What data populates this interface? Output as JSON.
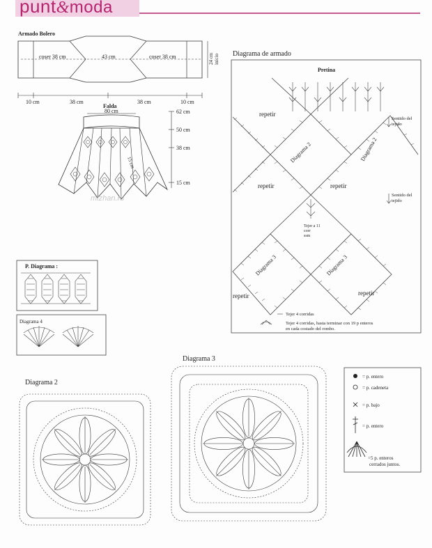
{
  "brand": {
    "part1": "punt",
    "amp": "&",
    "part2": "moda"
  },
  "bolero": {
    "title": "Armado Bolero",
    "sew_left": "coser 38 cm",
    "center": "43 cm",
    "sew_right": "coser 38 cm",
    "height": "24 cm",
    "height_sub": "inicio",
    "widths": [
      "10 cm",
      "38 cm",
      "38 cm",
      "10 cm"
    ]
  },
  "falda": {
    "title": "Falda",
    "waist": "80 cm",
    "diag": "15 cm",
    "levels": [
      "62 cm",
      "50 cm",
      "38 cm",
      "15 cm"
    ],
    "watermark": "mizhan.ru"
  },
  "armado": {
    "title": "Diagrama de armado",
    "pretina": "Pretina",
    "repetir": "repetir",
    "diagrama2": "Diagrama 2",
    "diagrama3": "Diagrama 3",
    "sentido1": [
      "Sentido del",
      "tejido"
    ],
    "sentido2": [
      "Sentido del",
      "tejido"
    ],
    "tejer11": [
      "Tejer a 11",
      "corr",
      "ssm"
    ],
    "tejer4": "Tejer 4 corridas",
    "tejer4b": [
      "Tejer 4 corridas, hasta terminar con 19 p enteros",
      "en cada costado del rombo."
    ]
  },
  "p_diagrama": {
    "title": "P. Diagrama :"
  },
  "diagrama4": {
    "title": "Diagrama 4"
  },
  "diagrama2_title": "Diagrama 2",
  "diagrama3_title": "Diagrama 3",
  "legend": {
    "items": [
      {
        "symbol": "dot",
        "label": "= p. entero"
      },
      {
        "symbol": "circle",
        "label": "= p. cadeneta"
      },
      {
        "symbol": "cross",
        "label": "= p. bajo"
      },
      {
        "symbol": "post",
        "label": "= p. entero"
      }
    ],
    "cluster": [
      "=5 p. enteros",
      "cerrados juntos."
    ]
  }
}
